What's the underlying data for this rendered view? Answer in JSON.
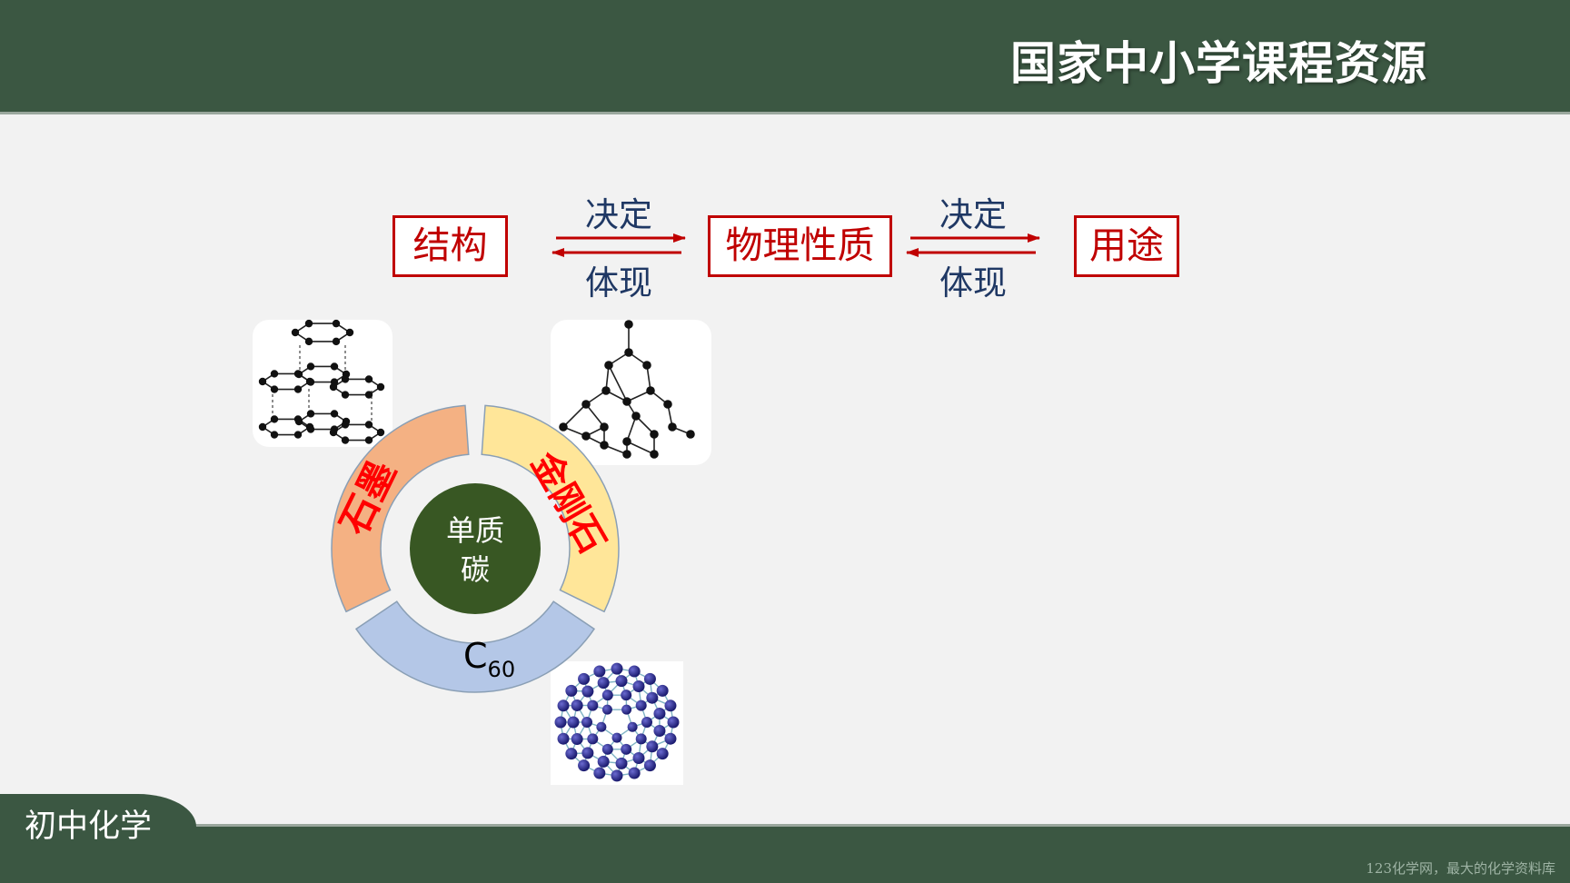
{
  "header": {
    "brand": "国家中小学课程资源"
  },
  "footer": {
    "subject": "初中化学",
    "watermark": "123化学网，最大的化学资料库"
  },
  "flow": {
    "boxes": [
      "结构",
      "物理性质",
      "用途"
    ],
    "relations": [
      {
        "forward": "决定",
        "backward": "体现"
      },
      {
        "forward": "决定",
        "backward": "体现"
      }
    ]
  },
  "ring": {
    "center_line1": "单质",
    "center_line2": "碳",
    "segments": {
      "graphite": "石墨",
      "diamond": "金刚石",
      "c60_main": "C",
      "c60_sub": "60"
    }
  },
  "colors": {
    "header": "#3b5742",
    "accent_red": "#c00000",
    "relation_blue": "#1f3864",
    "graphite": "#f4b183",
    "diamond": "#ffe699",
    "c60": "#b4c7e7",
    "center": "#385723"
  }
}
